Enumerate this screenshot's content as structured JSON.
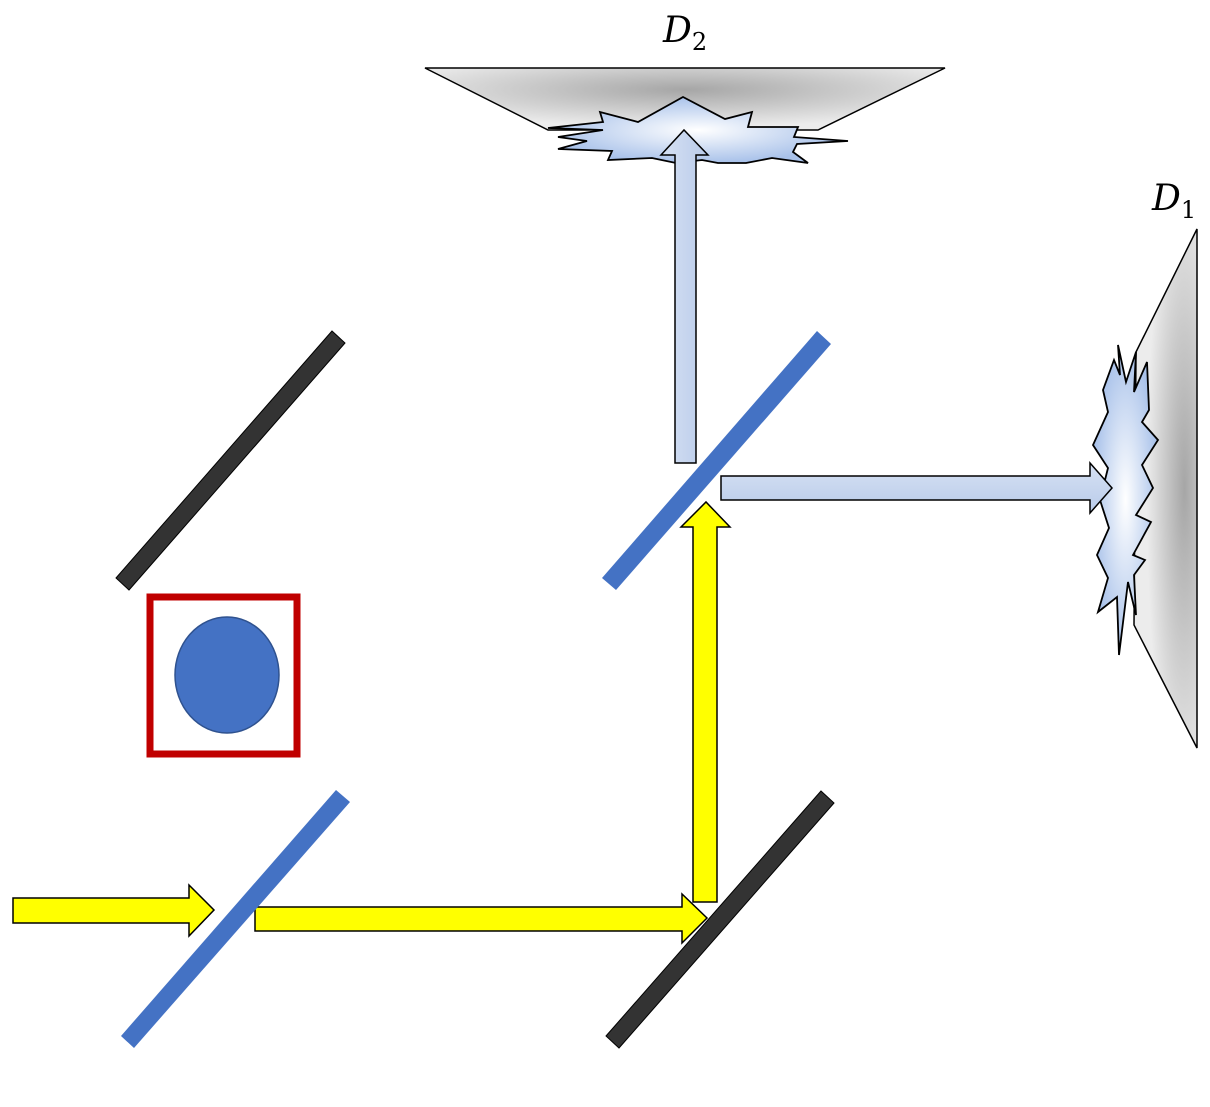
{
  "detectors": {
    "d1": {
      "letter": "D",
      "subscript": "1"
    },
    "d2": {
      "letter": "D",
      "subscript": "2"
    }
  },
  "colors": {
    "beam_in": "#ffff00",
    "beam_out": "#c9d7ee",
    "beam_splitter": "#4472c4",
    "mirror": "#333333",
    "detector_gradient_dark": "#a6a6a6",
    "detector_gradient_light": "#eeeeee",
    "object_fill": "#4472c4",
    "object_frame": "#c00000"
  }
}
